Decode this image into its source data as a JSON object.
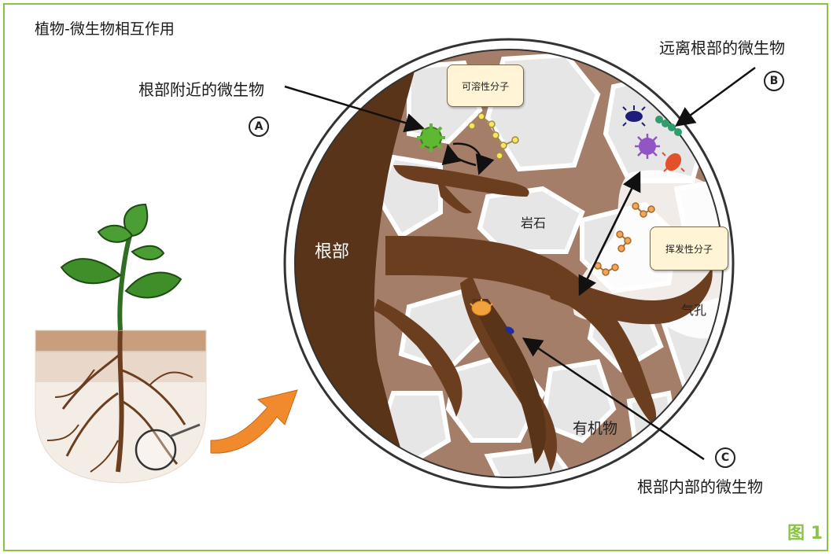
{
  "title": "植物-微生物相互作用",
  "labels": {
    "near_root": "根部附近的微生物",
    "far_root": "远离根部的微生物",
    "inside_root": "根部内部的微生物",
    "soluble": "可溶性分子",
    "volatile": "挥发性分子",
    "root": "根部",
    "rock": "岩石",
    "pore": "气孔",
    "organic": "有机物"
  },
  "markers": {
    "a": "A",
    "b": "B",
    "c": "C"
  },
  "figure_label": "图 1",
  "colors": {
    "frame": "#8bc34a",
    "soil": "#a47e68",
    "root": "#5a3418",
    "rock": "#e6e6e6",
    "leaf": "#3e8e2a",
    "arrow_orange": "#f08a2c",
    "label_box": "#fff5d6"
  }
}
